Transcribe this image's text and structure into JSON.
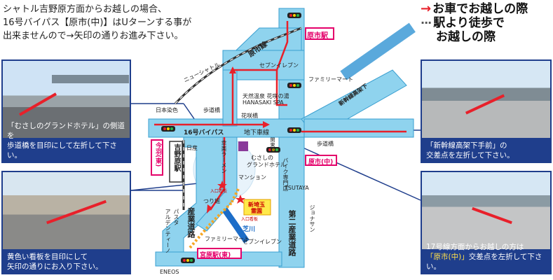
{
  "intro": {
    "line1": "シャトル吉野原方面からお越しの場合、",
    "line2": "16号バイパス【原市(中)】はUターンする事が",
    "line3": "出来ませんので→矢印の通りお進み下さい。"
  },
  "legend": {
    "car": "お車でお越しの際",
    "walk1": "駅より徒歩で",
    "walk2": "お越しの際"
  },
  "photos": {
    "tl_caption1": "「むさしのグランドホテル」の側道を",
    "tl_caption2": "歩道橋を目印にして左折して下さい。",
    "bl_caption1": "黄色い看板を目印にして",
    "bl_caption2": "矢印の通りにお入り下さい。",
    "tr_caption1": "「新幹線高架下手前」の",
    "tr_caption2": "交差点を左折して下さい。",
    "br_caption1": "17号線方面からお越しの方は",
    "br_caption2_hl": "「原市(中)」",
    "br_caption2_rest": "交差点を左折して下さい。"
  },
  "map": {
    "haraichi_line": "原市線",
    "haraichi_station": "原市駅",
    "new_shuttle": "ニューシャトル",
    "seven_eleven_top": "セブンイレブン",
    "familymart_top": "ファミリーマート",
    "shinkansen": "新幹線高架下",
    "onsen1": "天然温泉 花咲の湯",
    "onsen2": "HANASAKI SPA",
    "nippon_shiki": "日本染色",
    "hodokyo_left": "歩道橋",
    "hanasaki_bridge": "花咲橋",
    "bypass16": "16号バイパス",
    "underground": "地下車線",
    "hodokyo_right": "歩道橋",
    "nissan": "日産",
    "koyama_ramen": "幸楽ラーメン",
    "hotel1": "むさしの",
    "hotel2": "グランドホテル",
    "kanedo": "関東県",
    "bike_shop": "バイク専門店",
    "imaba": "今羽(東)",
    "yoshinohara_station": "吉野原駅",
    "mansion": "マンション",
    "haraichi_naka": "原市(中)",
    "tsutaya": "TSUTAYA",
    "tsurugaya": "つり堀",
    "shin_saitama": "新埼玉",
    "shin_saitama2": "霊園",
    "entrance1": "入口看板",
    "entrance2": "入口看板",
    "shibakawa": "芝川",
    "sangyo_road": "産業道路",
    "pasta": "パスタ",
    "alldentino": "アルデンティーノ",
    "jonasan": "ジョナサン",
    "daini_sangyo": "第二産業道路",
    "familymart_bottom": "ファミリーマート",
    "seven_eleven_bottom": "セブンイレブン",
    "miyahara_station": "宮原駅(東)",
    "eneos": "ENEOS"
  },
  "colors": {
    "road": "#8fd3ee",
    "road_edge": "#3a9fd0",
    "car_route": "#e8202a",
    "walk_route": "#f5a623",
    "station_tag": "#e4006a",
    "railway": "#333333",
    "river": "#1c6dc8",
    "caption_bg": "#1f3e8c"
  }
}
